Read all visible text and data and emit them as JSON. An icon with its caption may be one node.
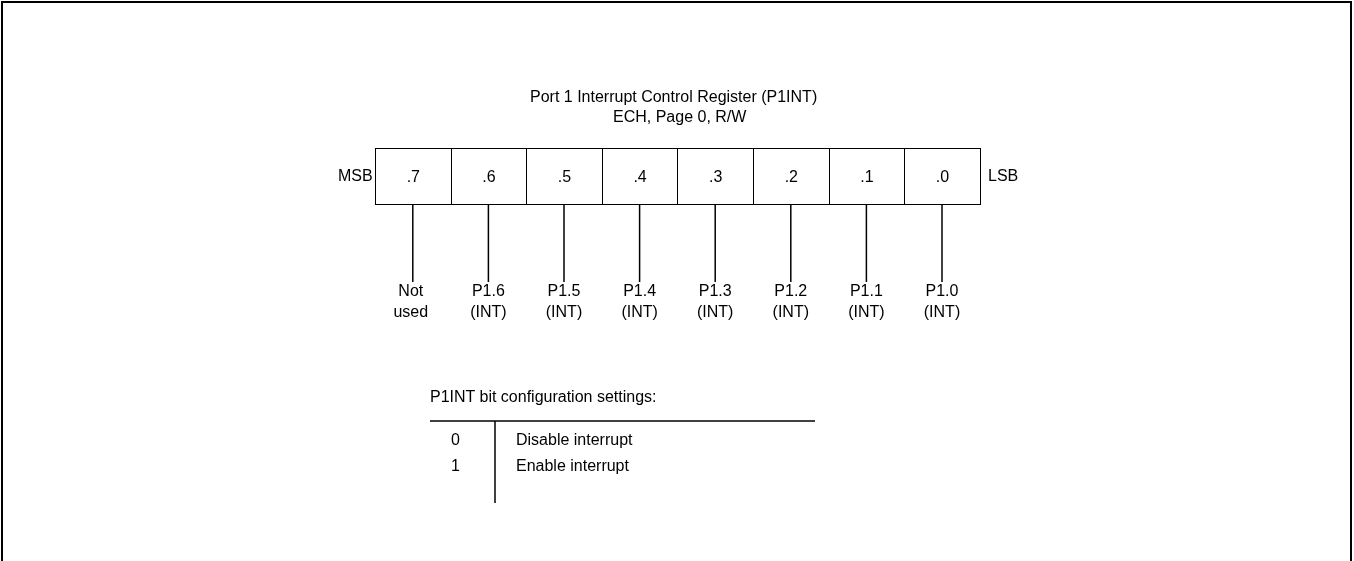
{
  "diagram": {
    "title": "Port 1 Interrupt Control Register (P1INT)",
    "nodes": [
      {
        "text": [
          ".7"
        ]
      },
      {
        "text": [
          ".6"
        ]
      },
      {
        "text": [
          ".5"
        ]
      },
      {
        "text": [
          ".4"
        ]
      },
      {
        "text": [
          ".3"
        ]
      },
      {
        "text": [
          ".2"
        ]
      },
      {
        "text": [
          ".1"
        ]
      },
      {
        "text": [
          ".0"
        ]
      },
      {
        "text": [
          "Not used"
        ]
      },
      {
        "text": [
          "P1.6 (INT)"
        ]
      },
      {
        "text": [
          "P1.5 (INT)"
        ]
      },
      {
        "text": [
          "P1.4 (INT)"
        ]
      },
      {
        "text": [
          "P1.3 (INT)"
        ]
      },
      {
        "text": [
          "P1.2 (INT)"
        ]
      },
      {
        "text": [
          "P1.1 (INT)"
        ]
      },
      {
        "text": [
          "P1.0 (INT)"
        ]
      }
    ],
    "edges": [
      {
        "from": 0,
        "to": 8,
        "arrow": "none"
      },
      {
        "from": 1,
        "to": 9,
        "arrow": "none"
      },
      {
        "from": 2,
        "to": 10,
        "arrow": "none"
      },
      {
        "from": 3,
        "to": 11,
        "arrow": "none"
      },
      {
        "from": 4,
        "to": 12,
        "arrow": "none"
      },
      {
        "from": 5,
        "to": 13,
        "arrow": "none"
      },
      {
        "from": 6,
        "to": 14,
        "arrow": "none"
      },
      {
        "from": 7,
        "to": 15,
        "arrow": "none"
      }
    ],
    "labels": [
      "ECH, Page 0, R/W",
      "MSB",
      "LSB",
      "P1INT bit configuration settings:",
      "0",
      "Disable interrupt",
      "1",
      "Enable interrupt"
    ]
  }
}
